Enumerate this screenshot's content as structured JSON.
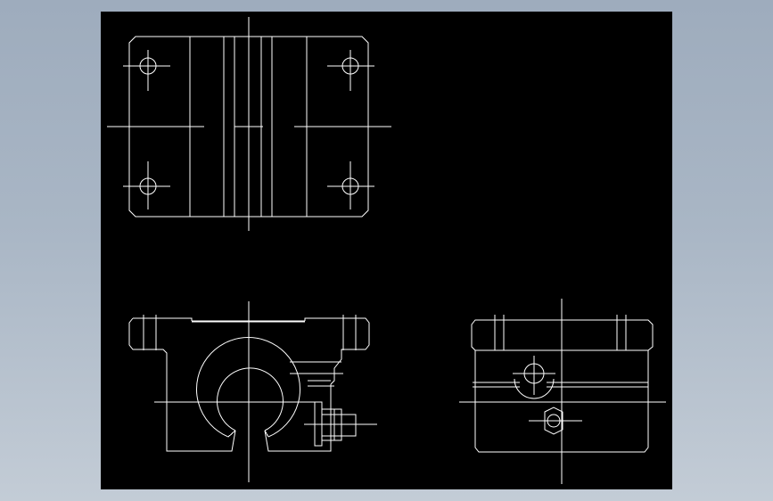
{
  "viewport": {
    "background_color": "#a7b4c3",
    "canvas_color": "#000000",
    "line_color": "#ffffff"
  },
  "views": [
    {
      "name": "top-view"
    },
    {
      "name": "front-view"
    },
    {
      "name": "side-view"
    }
  ]
}
